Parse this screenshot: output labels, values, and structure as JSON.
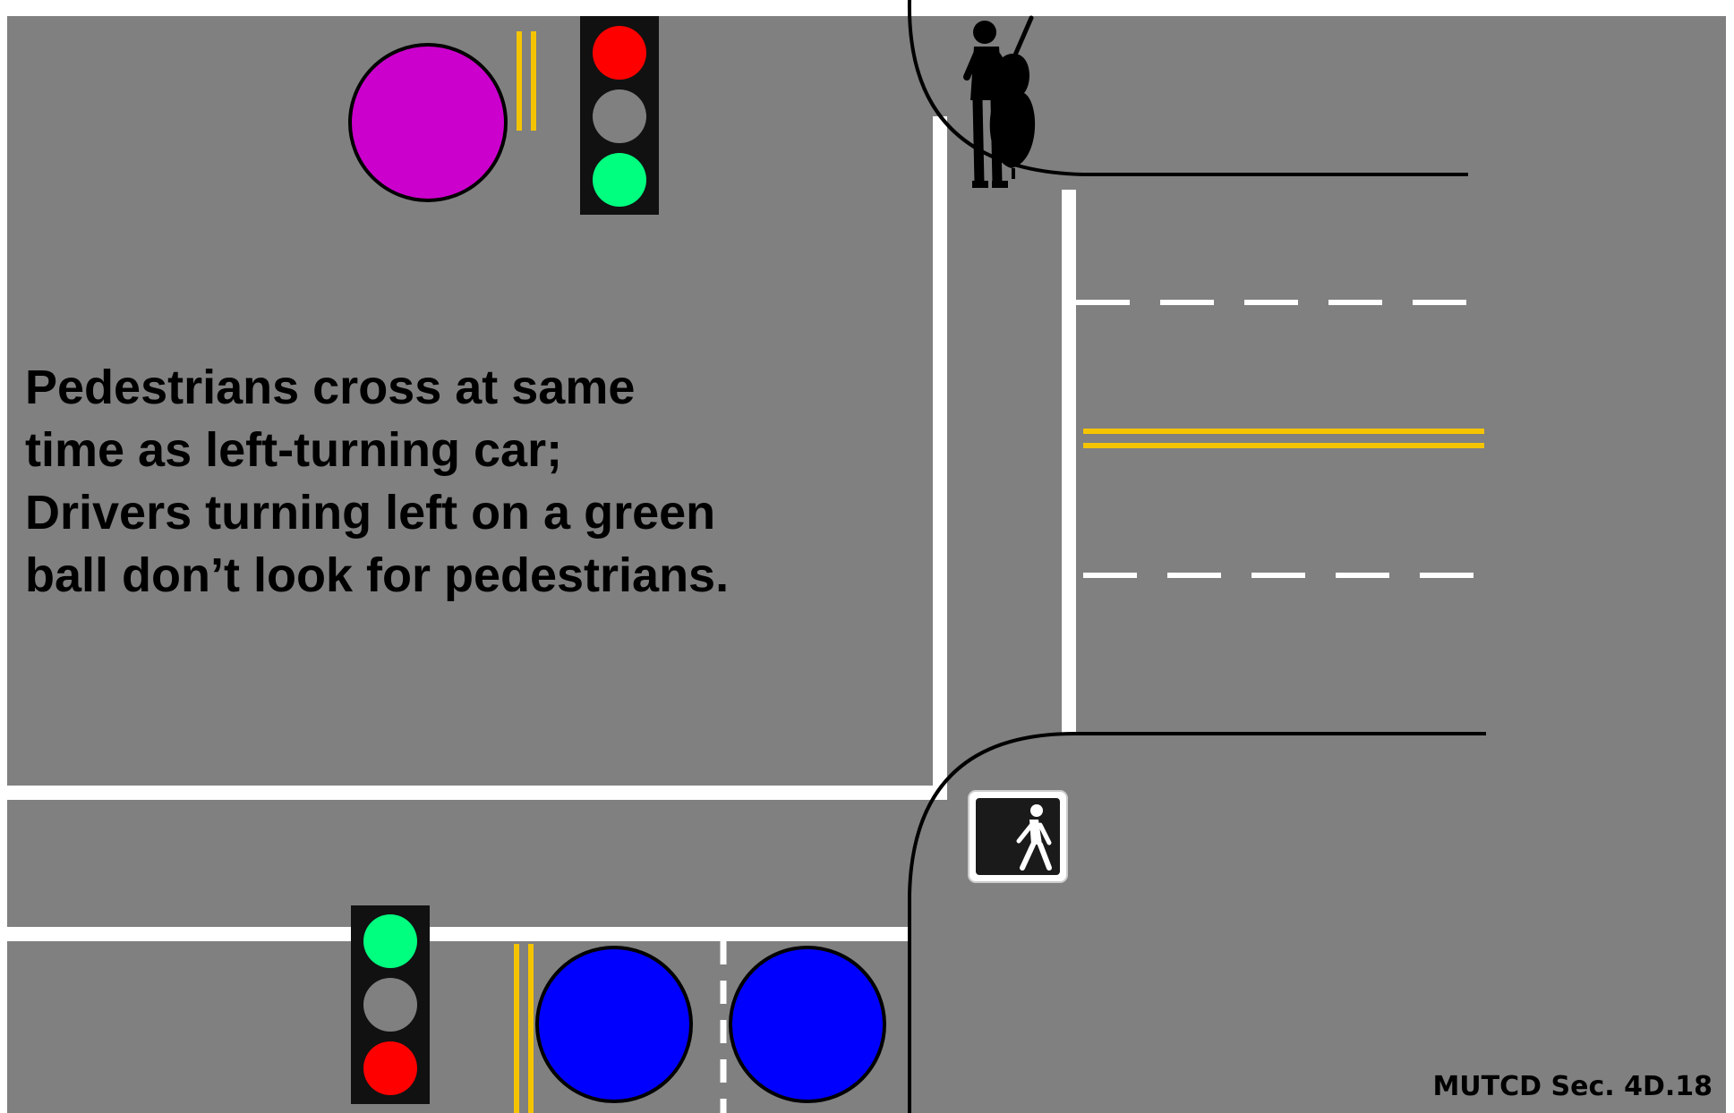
{
  "caption": {
    "lines": [
      "Pedestrians cross at same",
      "time as left-turning car;",
      "Drivers turning left on a green",
      "ball don’t look for pedestrians."
    ]
  },
  "reference": "MUTCD Sec. 4D.18",
  "colors": {
    "road": "#808080",
    "background": "#ffffff",
    "lane_white": "#ffffff",
    "center_yellow": "#f5c400",
    "left_turn_car": "#cc00cc",
    "through_cars": "#0000ff",
    "signal_red": "#ff0000",
    "signal_green": "#00ff7f",
    "signal_off": "#808080",
    "signal_housing": "#111111",
    "ped_signal_bg": "#1a1a1a",
    "ped_walk_figure": "#ffffff"
  },
  "signals": {
    "top": {
      "lit": "green",
      "order_top_to_bottom": [
        "red",
        "off",
        "green"
      ]
    },
    "bottom": {
      "lit": "green",
      "order_top_to_bottom": [
        "green",
        "off",
        "red"
      ]
    }
  },
  "pedestrian_signal": {
    "state": "walk",
    "icon": "walking-person-icon"
  },
  "pedestrian": {
    "icon": "bass-player-silhouette-icon"
  }
}
